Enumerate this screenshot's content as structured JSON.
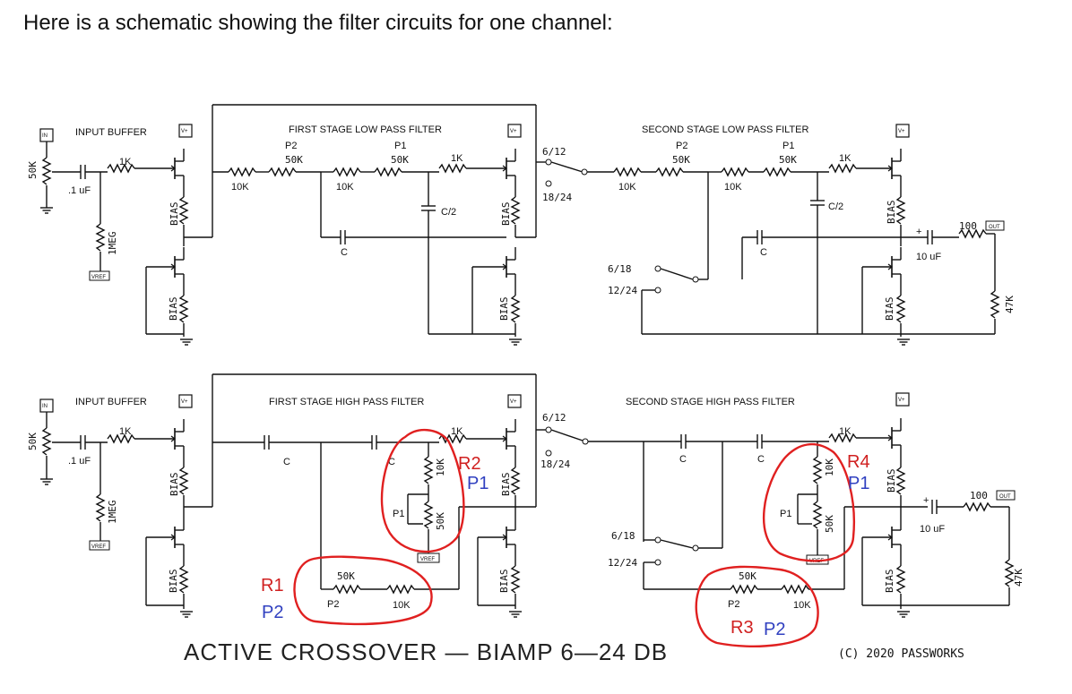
{
  "intro_text": "Here is a schematic showing the filter circuits for one channel:",
  "footer": {
    "title": "ACTIVE CROSSOVER — BIAMP 6—24 DB",
    "copyright": "(C) 2020 PASSWORKS"
  },
  "sections": {
    "input_buffer": "INPUT BUFFER",
    "lp1": "FIRST STAGE LOW PASS FILTER",
    "lp2": "SECOND STAGE LOW PASS FILTER",
    "hp1": "FIRST STAGE HIGH PASS FILTER",
    "hp2": "SECOND STAGE HIGH PASS FILTER"
  },
  "parts": {
    "in": "IN",
    "out": "OUT",
    "vplus": "V+",
    "vref": "VREF",
    "pot50k": "50K",
    "cap_input": ".1 uF",
    "r1k": "1K",
    "r1meg": "1MEG",
    "bias": "BIAS",
    "r10k": "10K",
    "p1": "P1",
    "p2": "P2",
    "cap_c": "C",
    "cap_c2": "C/2",
    "cap_out": "10 uF",
    "r100": "100",
    "r47k": "47K"
  },
  "switches": {
    "s612": "6/12",
    "s1824": "18/24",
    "s618": "6/18",
    "s1224": "12/24"
  },
  "annotations": {
    "r1": "R1",
    "r2": "R2",
    "r3": "R3",
    "r4": "R4",
    "p1": "P1",
    "p2": "P2"
  },
  "colors": {
    "annotation_red": "#e02020",
    "annotation_blue": "#3040c0"
  }
}
